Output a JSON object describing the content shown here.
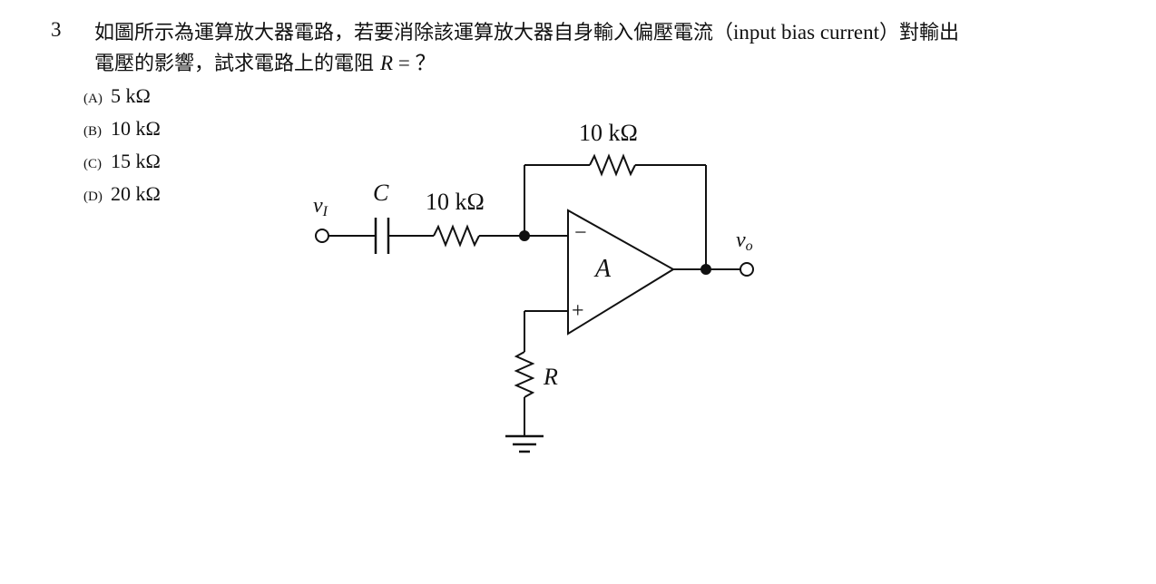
{
  "question": {
    "number": "3",
    "stem_line1_part1": "如圖所示為運算放大器電路，若要消除該運算放大器自身輸入偏壓電流（",
    "stem_line1_latin": "input bias current",
    "stem_line1_part2": "）對輸出",
    "stem_line2_part1": "電壓的影響，試求電路上的電阻 ",
    "stem_line2_var": "R",
    "stem_line2_part2": " = ？"
  },
  "options": [
    {
      "letter": "(A)",
      "text": "5 kΩ"
    },
    {
      "letter": "(B)",
      "text": "10 kΩ"
    },
    {
      "letter": "(C)",
      "text": "15 kΩ"
    },
    {
      "letter": "(D)",
      "text": "20 kΩ"
    }
  ],
  "circuit": {
    "input_label": "v",
    "input_sub": "I",
    "capacitor_label": "C",
    "input_resistor_label": "10 kΩ",
    "feedback_resistor_label": "10 kΩ",
    "opamp_label": "A",
    "minus_sign": "−",
    "plus_sign": "+",
    "output_label": "v",
    "output_sub": "o",
    "ground_resistor_label": "R"
  }
}
